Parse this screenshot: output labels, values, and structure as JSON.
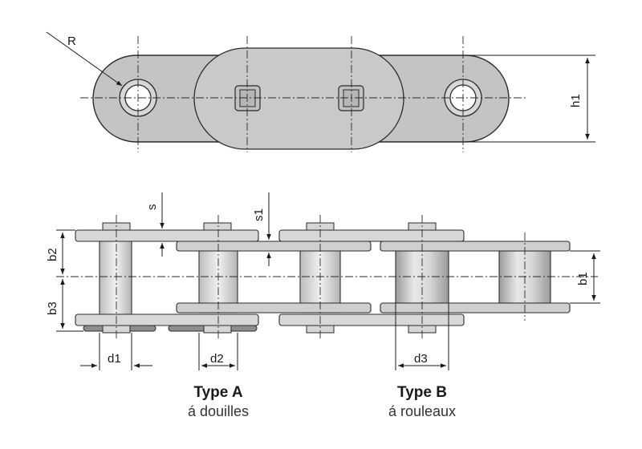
{
  "labels": {
    "radius": "R",
    "h1": "h1",
    "s": "s",
    "s1": "s1",
    "b1": "b1",
    "b2": "b2",
    "b3": "b3",
    "d1": "d1",
    "d2": "d2",
    "d3": "d3"
  },
  "types": [
    {
      "title": "Type A",
      "subtitle": "á douilles"
    },
    {
      "title": "Type B",
      "subtitle": "á rouleaux"
    }
  ],
  "colors": {
    "plate": "#c4c4c6",
    "plate_light": "#d8d8da",
    "outline": "#2a2a2a",
    "roller_shade": "#b0b0b2",
    "bushing": "#e6e6e8"
  }
}
